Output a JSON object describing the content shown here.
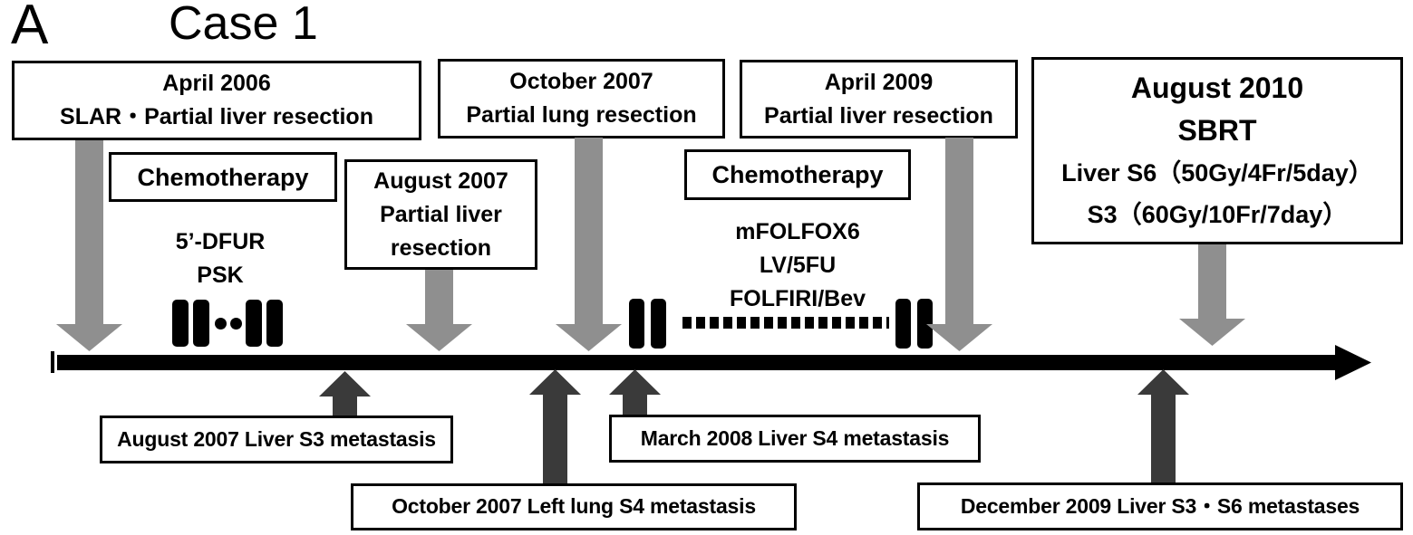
{
  "panel_label": "A",
  "title": "Case 1",
  "colors": {
    "background": "#ffffff",
    "box_background": "#ffffff",
    "box_border": "#000000",
    "treatment_arrow_gray": "#8f8f8f",
    "finding_arrow_dark": "#3a3a3a",
    "timeline_black": "#000000"
  },
  "treatments": {
    "april2006": {
      "line1": "April 2006",
      "line2": "SLAR・Partial liver resection"
    },
    "chemo1": {
      "label": "Chemotherapy",
      "drugs": [
        "5’-DFUR",
        "PSK"
      ]
    },
    "august2007": {
      "line1": "August 2007",
      "line2": "Partial liver",
      "line3": "resection"
    },
    "october2007": {
      "line1": "October 2007",
      "line2": "Partial lung resection"
    },
    "chemo2": {
      "label": "Chemotherapy",
      "drugs": [
        "mFOLFOX6",
        "LV/5FU",
        "FOLFIRI/Bev"
      ]
    },
    "april2009": {
      "line1": "April 2009",
      "line2": "Partial liver resection"
    },
    "august2010": {
      "line1": "August 2010",
      "line2": "SBRT",
      "line3": "Liver S6（50Gy/4Fr/5day）",
      "line4": "S3（60Gy/10Fr/7day）"
    }
  },
  "findings": {
    "liver_s3": "August 2007 Liver S3 metastasis",
    "lung_s4": "October 2007 Left lung S4 metastasis",
    "liver_s4": "March 2008 Liver S4 metastasis",
    "liver_s3_s6": "December 2009 Liver S3・S6 metastases"
  }
}
